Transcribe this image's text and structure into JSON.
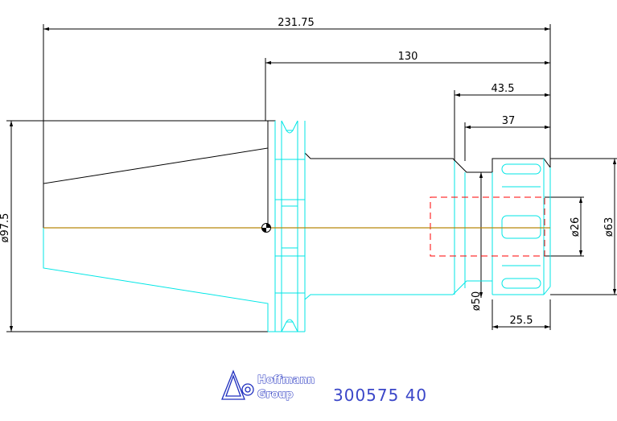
{
  "dimensions": {
    "overall_length": "231.75",
    "flange_to_end": "130",
    "nut_length": "43.5",
    "nut_inner": "37",
    "nut_tail": "25.5",
    "taper_diameter": "ø97.5",
    "collet_bore": "ø26",
    "nut_diameter": "ø63",
    "body_diameter": "ø50"
  },
  "logo": {
    "line1": "Hoffmann",
    "line2": "Group"
  },
  "part_number": "300575  40",
  "colors": {
    "outline": "#000000",
    "body": "#00e6e6",
    "centerline": "#b8860b",
    "hidden": "#ff0000",
    "brand": "#3a46c8"
  }
}
